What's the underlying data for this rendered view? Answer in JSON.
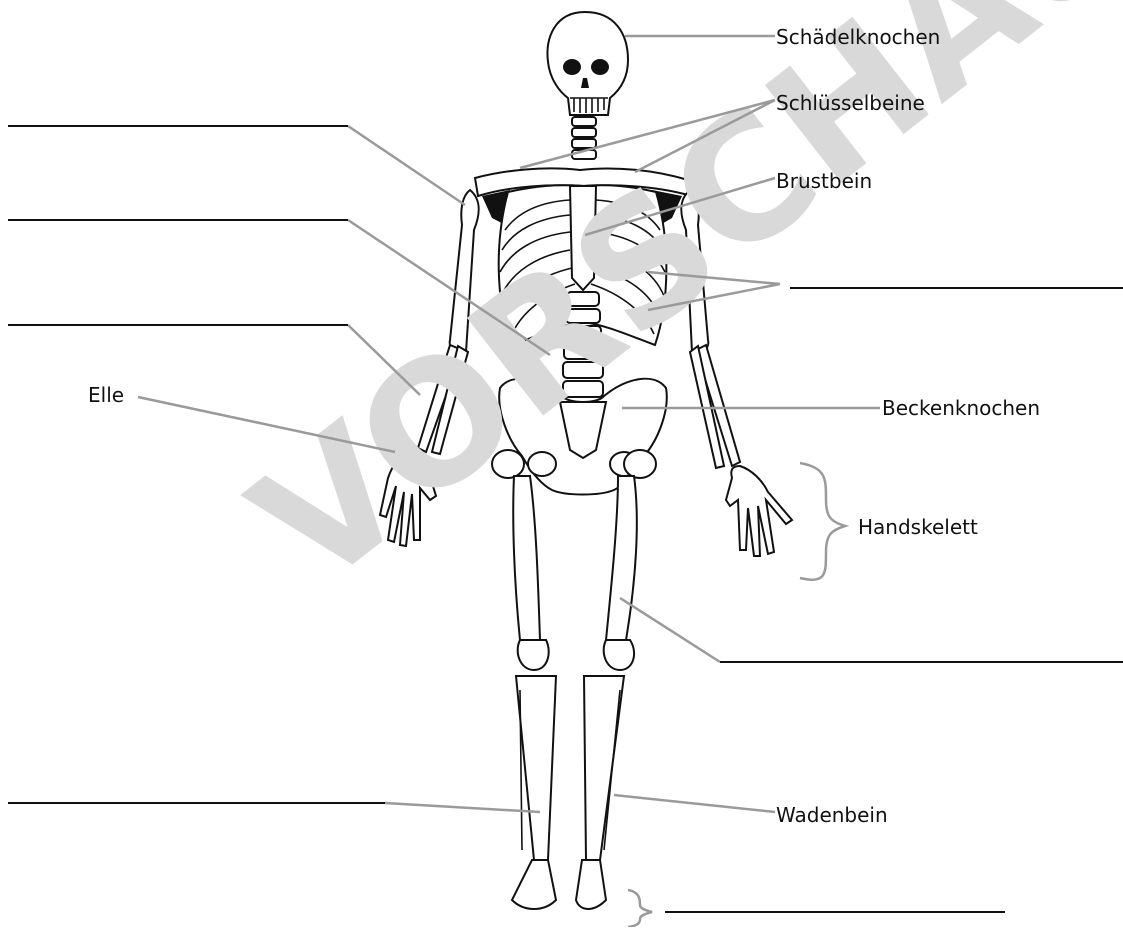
{
  "watermark": "VORSCHAU",
  "labels": {
    "skull": "Schädelknochen",
    "collarbones": "Schlüsselbeine",
    "sternum": "Brustbein",
    "ulna": "Elle",
    "pelvis": "Beckenknochen",
    "hand": "Handskelett",
    "fibula": "Wadenbein"
  },
  "colors": {
    "leader": "#9a9a9a",
    "ink": "#111111",
    "watermark": "#d9d9d9"
  }
}
